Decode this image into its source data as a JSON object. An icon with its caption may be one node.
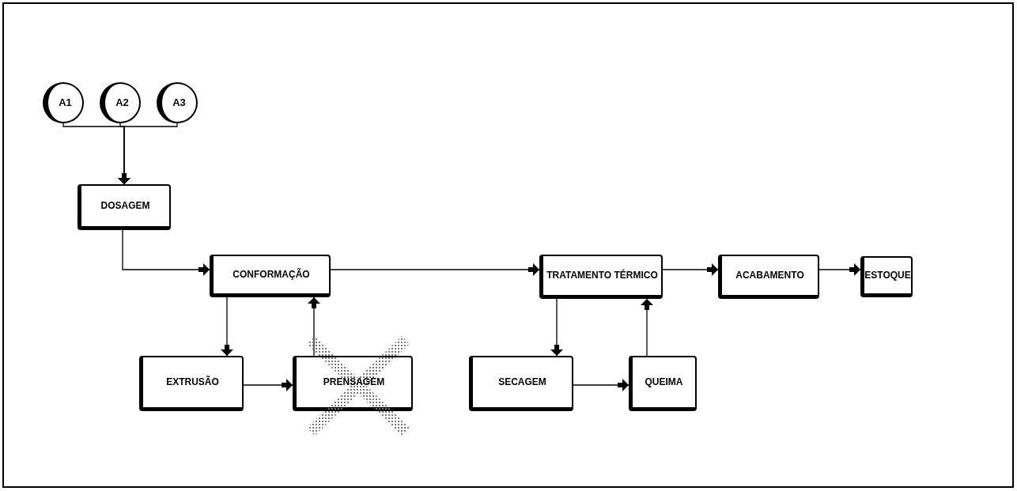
{
  "diagram": {
    "nodes": [
      {
        "text": [
          "A1"
        ]
      },
      {
        "text": [
          "A2"
        ]
      },
      {
        "text": [
          "A3"
        ]
      },
      {
        "text": [
          "DOSAGEM"
        ]
      },
      {
        "text": [
          "CONFORMAÇÃO"
        ]
      },
      {
        "text": [
          "EXTRUSÃO"
        ]
      },
      {
        "text": [
          "PRENSAGEM"
        ]
      },
      {
        "text": [
          "TRATAMENTO TÉRMICO"
        ]
      },
      {
        "text": [
          "SECAGEM"
        ]
      },
      {
        "text": [
          "QUEIMA"
        ]
      },
      {
        "text": [
          "ACABAMENTO"
        ]
      },
      {
        "text": [
          "ESTOQUE"
        ]
      }
    ],
    "edges": [
      {
        "from": 0,
        "to": 3,
        "arrow": "to"
      },
      {
        "from": 1,
        "to": 3,
        "arrow": "to"
      },
      {
        "from": 2,
        "to": 3,
        "arrow": "to"
      },
      {
        "from": 3,
        "to": 4,
        "arrow": "to"
      },
      {
        "from": 4,
        "to": 5,
        "arrow": "to"
      },
      {
        "from": 5,
        "to": 6,
        "arrow": "to"
      },
      {
        "from": 6,
        "to": 4,
        "arrow": "to"
      },
      {
        "from": 4,
        "to": 7,
        "arrow": "to"
      },
      {
        "from": 7,
        "to": 8,
        "arrow": "to"
      },
      {
        "from": 8,
        "to": 9,
        "arrow": "to"
      },
      {
        "from": 9,
        "to": 7,
        "arrow": "to"
      },
      {
        "from": 7,
        "to": 10,
        "arrow": "to"
      },
      {
        "from": 10,
        "to": 11,
        "arrow": "to"
      }
    ]
  }
}
